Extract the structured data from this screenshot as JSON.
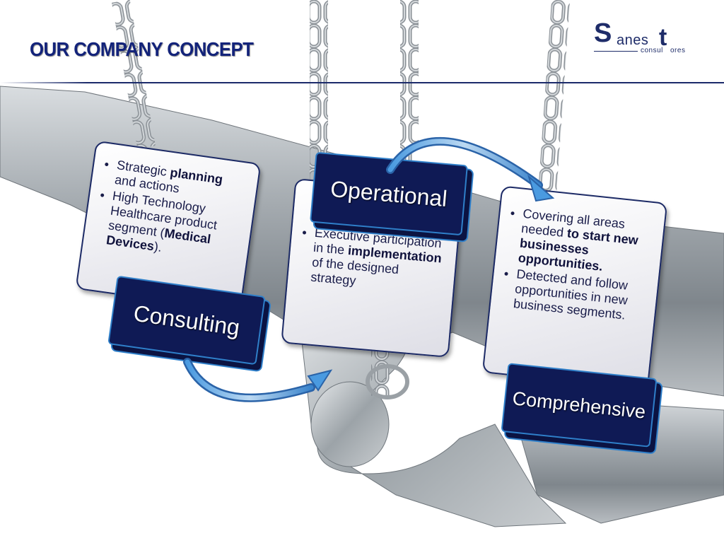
{
  "slide": {
    "title": "OUR COMPANY CONCEPT",
    "logo": {
      "s": "S",
      "anes": "anes",
      "t": "t",
      "consul": "consul",
      "ores": "ores"
    },
    "cards": [
      {
        "id": "consulting",
        "label": "Consulting",
        "bullets": [
          {
            "text": "Strategic ",
            "bold": "planning",
            "rest": " and actions"
          },
          {
            "text": "High Technology Healthcare product segment (",
            "bold": "Medical Devices",
            "rest": ")."
          }
        ]
      },
      {
        "id": "operational",
        "label": "Operational",
        "bullets": [
          {
            "text": "Executive participation in the ",
            "bold": "implementation",
            "rest": " of the designed strategy"
          }
        ]
      },
      {
        "id": "comprehensive",
        "label": "Comprehensive",
        "bullets": [
          {
            "text": "Covering all areas needed ",
            "bold": "to start new businesses opportunities.",
            "rest": ""
          },
          {
            "text": "Detected and follow opportunities in new business segments.",
            "bold": "",
            "rest": ""
          }
        ]
      }
    ]
  },
  "colors": {
    "navy": "#0f1a55",
    "accent_blue": "#2f7fc9",
    "title": "#13237a"
  }
}
